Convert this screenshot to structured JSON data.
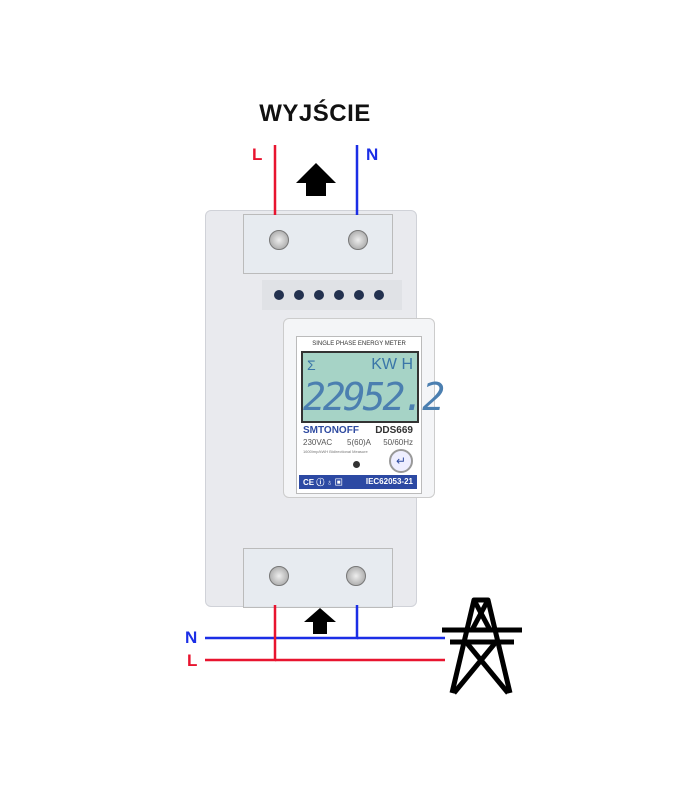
{
  "diagram": {
    "title": "WYJŚCIE",
    "output_labels": {
      "l": "L",
      "n": "N"
    },
    "input_labels": {
      "n": "N",
      "l": "L"
    },
    "colors": {
      "live": "#e8142f",
      "neutral": "#1b2ee6"
    },
    "icons": [
      "arrow-up-icon",
      "power-pylon-icon"
    ]
  },
  "meter": {
    "header": "SINGLE PHASE ENERGY METER",
    "sigma": "Σ",
    "unit": "KW H",
    "reading": "22952.2",
    "brand": "SMTONOFF",
    "model": "DDS669",
    "voltage": "230VAC",
    "current": "5(60)A",
    "frequency": "50/60Hz",
    "impulse": "1600imp/kWH Bidirectional Measure",
    "marks": "CE ⓘ ♁ ▣",
    "standard": "IEC62053-21",
    "enter_icon": "↵"
  }
}
